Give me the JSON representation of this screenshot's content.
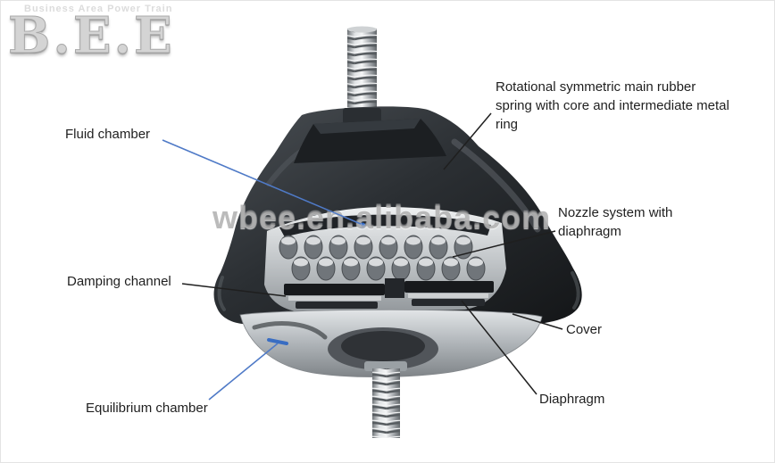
{
  "branding": {
    "tagline": "Business Area Power Train",
    "logo": "B.E.E"
  },
  "watermark": {
    "text": "wbee.en.alibaba.com"
  },
  "diagram": {
    "labels": {
      "rubber_spring": "Rotational symmetric main rubber spring with core and intermediate metal ring",
      "fluid_chamber": "Fluid chamber",
      "nozzle_system": "Nozzle system with diaphragm",
      "damping_channel": "Damping channel",
      "cover": "Cover",
      "diaphragm": "Diaphragm",
      "equilibrium_chamber": "Equilibrium chamber"
    },
    "colors": {
      "leader_blue": "#4f7ac7",
      "leader_black": "#1f1f1f",
      "rubber_dark": "#26292d",
      "metal_light": "#c9ccd0",
      "background": "#ffffff"
    }
  }
}
